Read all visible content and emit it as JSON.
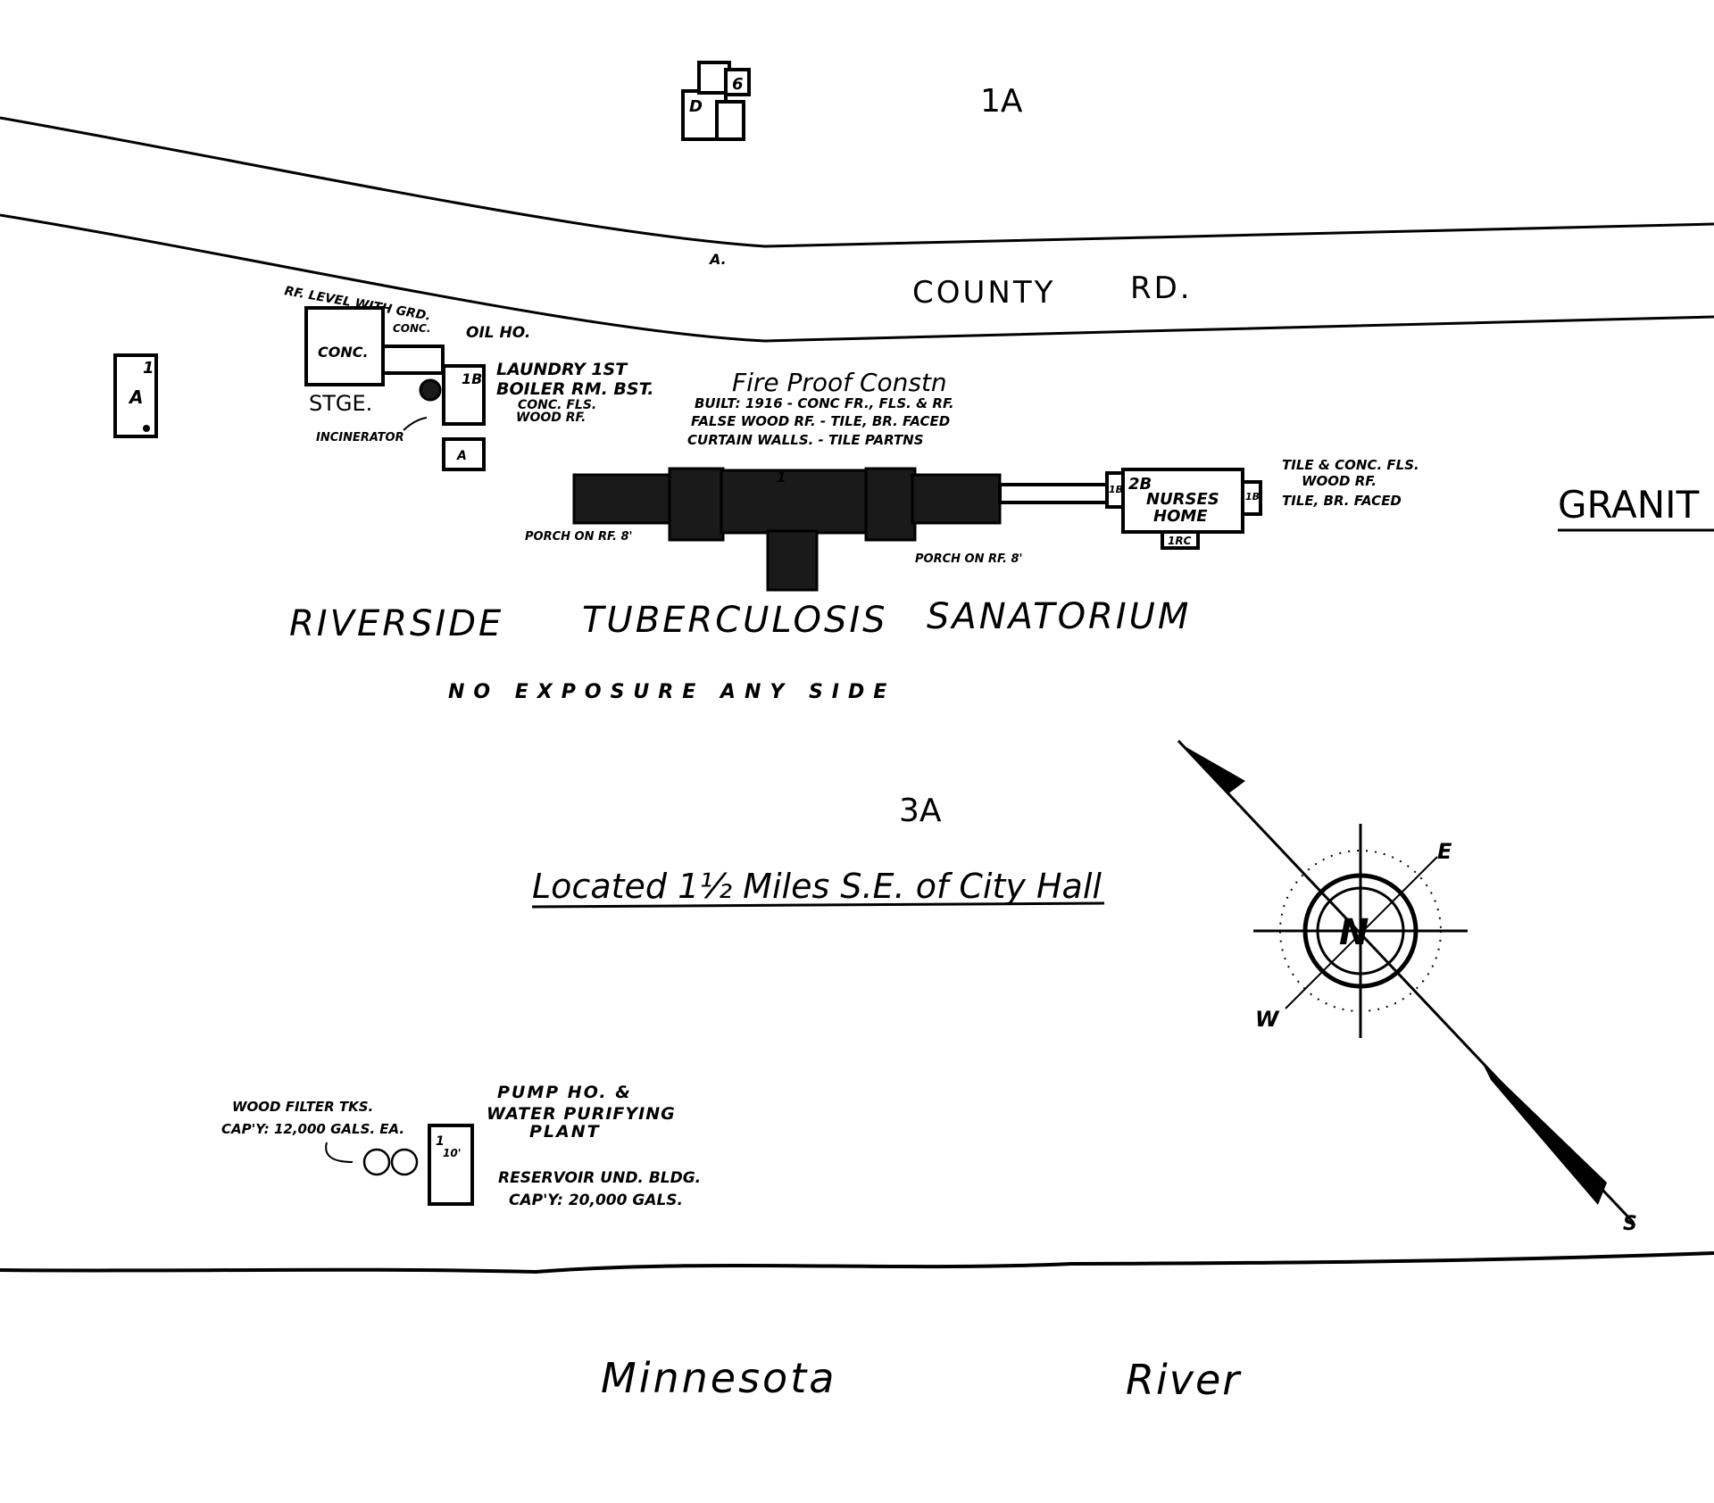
{
  "map": {
    "sheet_labels": {
      "top": "1A",
      "middle": "3A"
    },
    "road": {
      "name": "COUNTY",
      "suffix": "RD.",
      "marker": "A."
    },
    "street_right": "GRANIT",
    "institution": {
      "word1": "RIVERSIDE",
      "word2": "TUBERCULOSIS",
      "word3": "SANATORIUM"
    },
    "exposure_note": "NO EXPOSURE ANY SIDE",
    "location_note": "Located 1½ Miles S.E. of City Hall",
    "river": {
      "word1": "Minnesota",
      "word2": "River"
    },
    "main_building": {
      "title": "Fire Proof Constn",
      "line1": "BUILT: 1916 - CONC FR., FLS. & RF.",
      "line2": "FALSE WOOD RF. - TILE, BR. FACED",
      "line3": "CURTAIN WALLS. - TILE PARTNS",
      "porch_left": "PORCH ON RF. 8'",
      "porch_right": "PORCH ON RF. 8'",
      "story_mark": "1"
    },
    "storage": {
      "label": "STGE.",
      "note": "RF. LEVEL WITH GRD.",
      "material": "CONC.",
      "conc_note": "CONC.",
      "oil": "OIL HO.",
      "incinerator": "INCINERATOR"
    },
    "laundry": {
      "line1": "LAUNDRY 1ST",
      "line2": "BOILER RM. BST.",
      "line3": "CONC. FLS.",
      "line4": "WOOD RF.",
      "stories": "1B"
    },
    "small_bldg_left": {
      "label": "A",
      "stories": "1"
    },
    "small_bldg_a": "A",
    "nurses_home": {
      "line1": "NURSES",
      "line2": "HOME",
      "stories": "2B",
      "wing_left": "1B",
      "wing_right": "1B",
      "porch": "1RC",
      "notes": [
        "TILE & CONC. FLS.",
        "WOOD RF.",
        "TILE, BR. FACED"
      ]
    },
    "top_bldg": {
      "d": "D",
      "six": "6"
    },
    "pump_house": {
      "line1": "PUMP HO. &",
      "line2": "WATER PURIFYING",
      "line3": "PLANT",
      "res1": "RESERVOIR UND. BLDG.",
      "res2": "CAP'Y: 20,000 GALS.",
      "stories": "1",
      "height": "10'"
    },
    "filter_tanks": {
      "line1": "WOOD FILTER TKS.",
      "line2": "CAP'Y: 12,000 GALS. EA."
    },
    "compass": {
      "n": "N",
      "e": "E",
      "s": "S",
      "w": "W"
    }
  }
}
